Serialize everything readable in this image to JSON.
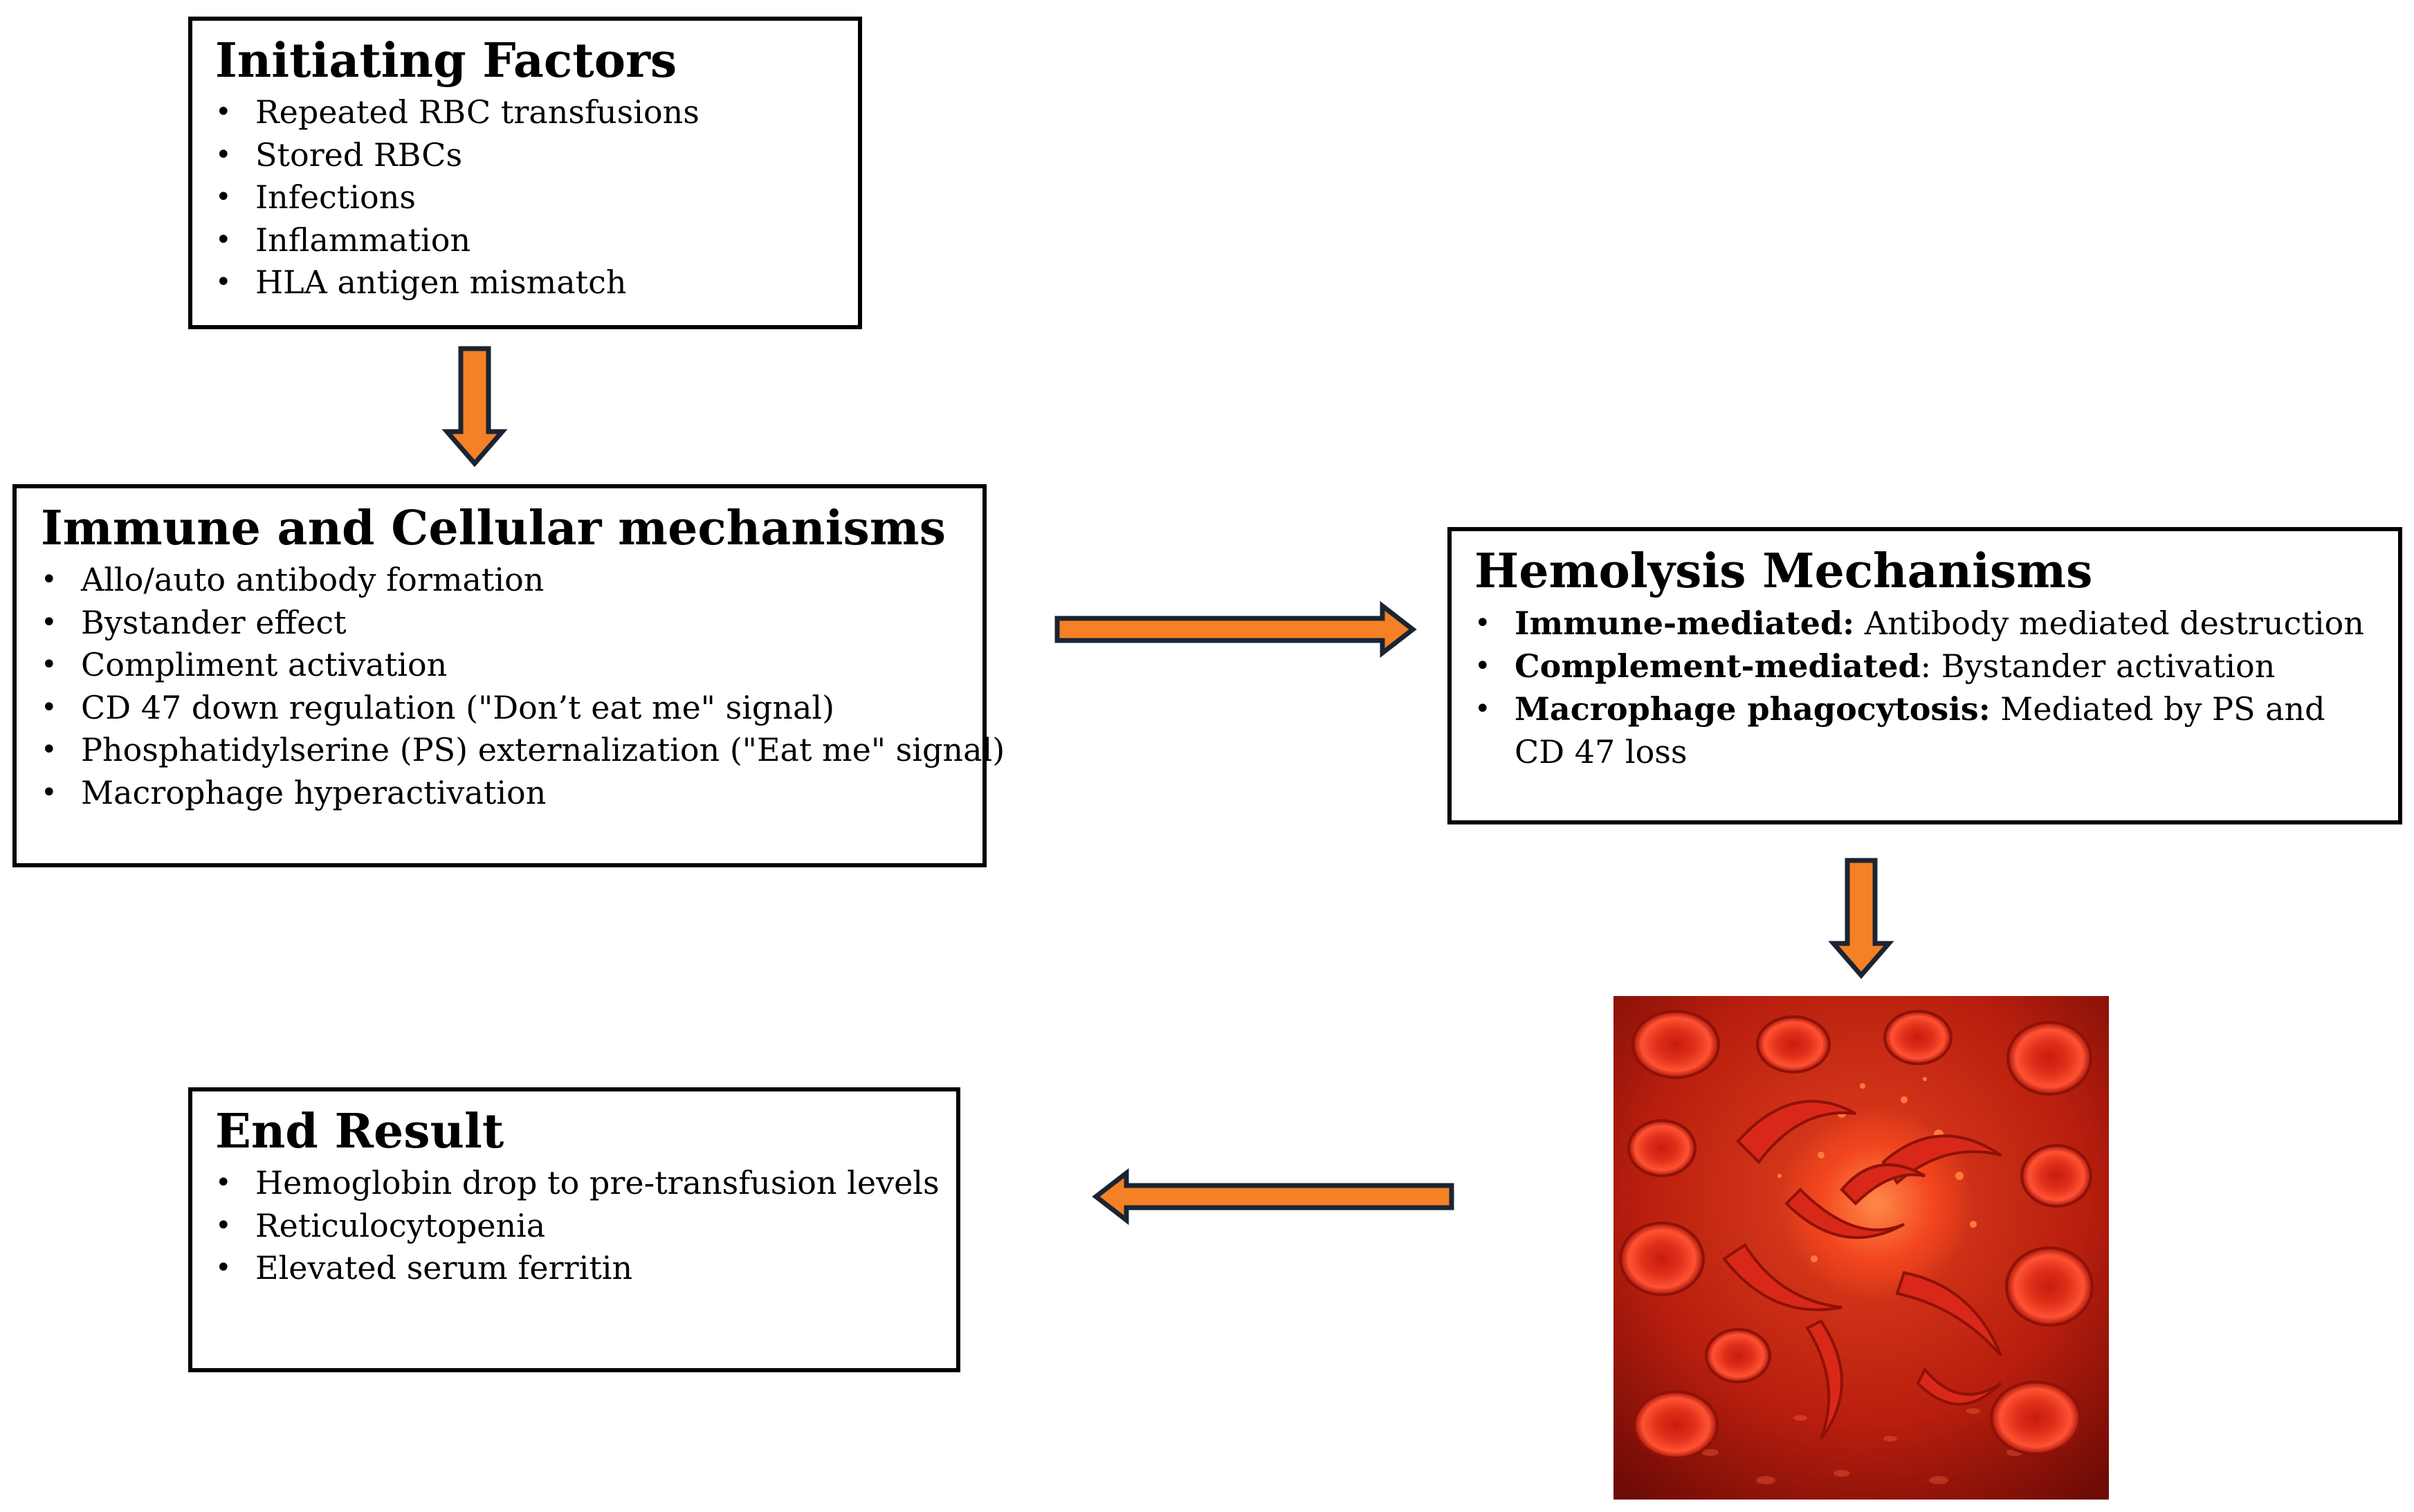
{
  "colors": {
    "arrow_fill": "#F58025",
    "arrow_stroke": "#1A2433",
    "box_border": "#000000",
    "blood_dark": "#8E1208",
    "blood_light": "#E63A1E"
  },
  "initiating": {
    "title": "Initiating Factors",
    "items": [
      "Repeated RBC transfusions",
      "Stored RBCs",
      "Infections",
      "Inflammation",
      "HLA antigen mismatch"
    ]
  },
  "immune": {
    "title": "Immune and Cellular mechanisms",
    "items": [
      "Allo/auto antibody formation",
      "Bystander effect",
      "Compliment activation",
      "CD 47 down regulation (\"Don’t eat me\" signal)",
      "Phosphatidylserine  (PS) externalization (\"Eat me\" signal)",
      "Macrophage hyperactivation"
    ]
  },
  "hemolysis": {
    "title": "Hemolysis Mechanisms",
    "items": [
      {
        "bold": "Immune-mediated:",
        "text": " Antibody mediated destruction"
      },
      {
        "bold": "Complement-mediated",
        "text": ": Bystander activation"
      },
      {
        "bold": "Macrophage phagocytosis:",
        "text": " Mediated by PS and CD 47 loss"
      }
    ]
  },
  "end_result": {
    "title": "End Result",
    "items": [
      "Hemoglobin drop to pre-transfusion levels",
      "Reticulocytopenia",
      "Elevated serum ferritin"
    ]
  },
  "image": {
    "subject": "red blood cells undergoing hemolysis (illustration)"
  },
  "arrows": [
    {
      "id": "arrow-initiating-to-immune",
      "direction": "down"
    },
    {
      "id": "arrow-immune-to-hemolysis",
      "direction": "right"
    },
    {
      "id": "arrow-hemolysis-to-image",
      "direction": "down"
    },
    {
      "id": "arrow-image-to-end",
      "direction": "left"
    }
  ]
}
